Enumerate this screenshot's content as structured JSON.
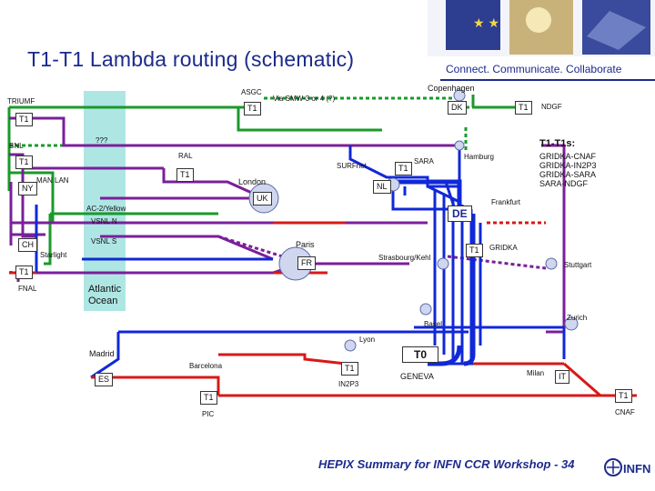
{
  "header": {
    "title": "T1-T1 Lambda routing (schematic)",
    "tagline": "Connect. Communicate. Collaborate"
  },
  "footer": {
    "text": "HEPIX Summary for INFN CCR Workshop - 34",
    "logo_text": "INFN"
  },
  "legend": {
    "title": "T1-T1s:",
    "items": [
      "GRIDKA-CNAF",
      "GRIDKA-IN2P3",
      "GRIDKA-SARA",
      "SARA-NDGF"
    ]
  },
  "labels": {
    "triumf": "TRIUMF",
    "asgc": "ASGC",
    "via_smw": "Via SMW-3 or 4 (?)",
    "copenhagen": "Copenhagen",
    "dk": "DK",
    "ndgf": "NDGF",
    "unknown": "???",
    "bnl": "BNL",
    "ral": "RAL",
    "surfnet": "SURFnet",
    "sara": "SARA",
    "hamburg": "Hamburg",
    "man_lan": "MAN LAN",
    "ny": "NY",
    "london": "London",
    "nl": "NL",
    "uk": "UK",
    "ac2": "AC-2/Yellow",
    "frankfurt": "Frankfurt",
    "de": "DE",
    "vsnl_n": "VSNL N",
    "vsnl_s": "VSNL S",
    "ch": "CH",
    "starlight": "Starlight",
    "paris": "Paris",
    "fr": "FR",
    "strasbourg": "Strasbourg/Kehl",
    "gridka": "GRIDKA",
    "stuttgart": "Stuttgart",
    "fnal": "FNAL",
    "atlantic1": "Atlantic",
    "atlantic2": "Ocean",
    "basel": "Basel",
    "zurich": "Zurich",
    "lyon": "Lyon",
    "madrid": "Madrid",
    "barcelona": "Barcelona",
    "t0": "T0",
    "geneva": "GENEVA",
    "in2p3": "IN2P3",
    "milan": "Milan",
    "it": "IT",
    "es": "ES",
    "pic": "PIC",
    "cnaf": "CNAF",
    "t1": "T1"
  },
  "colors": {
    "title": "#1b2a8c",
    "ocean": "#aee6e4",
    "green": "#1a9a2a",
    "purple": "#7a1f9a",
    "blue": "#1028d8",
    "red": "#d81818",
    "node_fill": "#cfd6ee"
  }
}
